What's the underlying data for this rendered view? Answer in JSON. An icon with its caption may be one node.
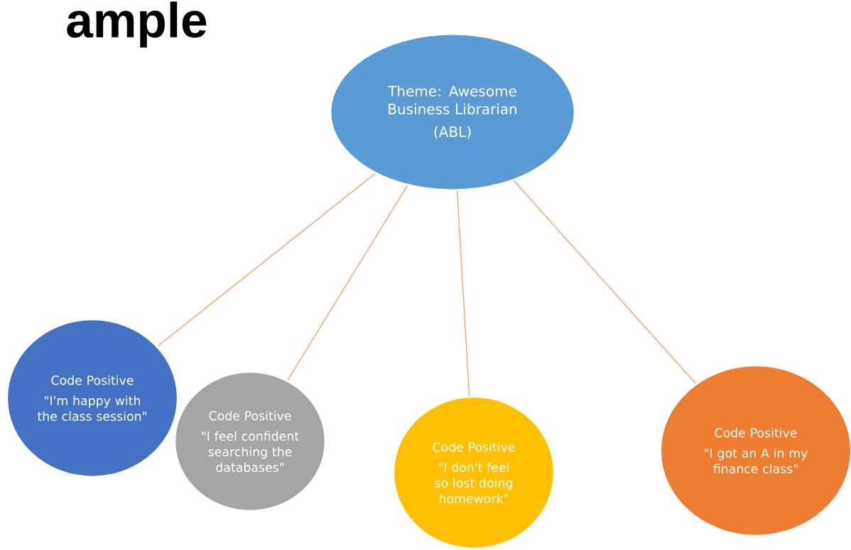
{
  "diagram": {
    "title": "ample",
    "nodes": [
      {
        "text": [
          "Theme: Awesome Business Librarian",
          "(ABL)"
        ]
      },
      {
        "text": [
          "Code Positive",
          "\"I'm happy with the class session\""
        ]
      },
      {
        "text": [
          "Code Positive",
          "\"I feel confident searching the databases\""
        ]
      },
      {
        "text": [
          "Code Positive",
          "\"I don't feel so lost doing homework\""
        ]
      },
      {
        "text": [
          "Code Positive",
          "\"I got an A in my finance class\""
        ]
      }
    ],
    "edges": [
      {
        "from": 0,
        "to": 1,
        "arrow": "none"
      },
      {
        "from": 0,
        "to": 2,
        "arrow": "none"
      },
      {
        "from": 0,
        "to": 3,
        "arrow": "none"
      },
      {
        "from": 0,
        "to": 4,
        "arrow": "none"
      }
    ]
  }
}
